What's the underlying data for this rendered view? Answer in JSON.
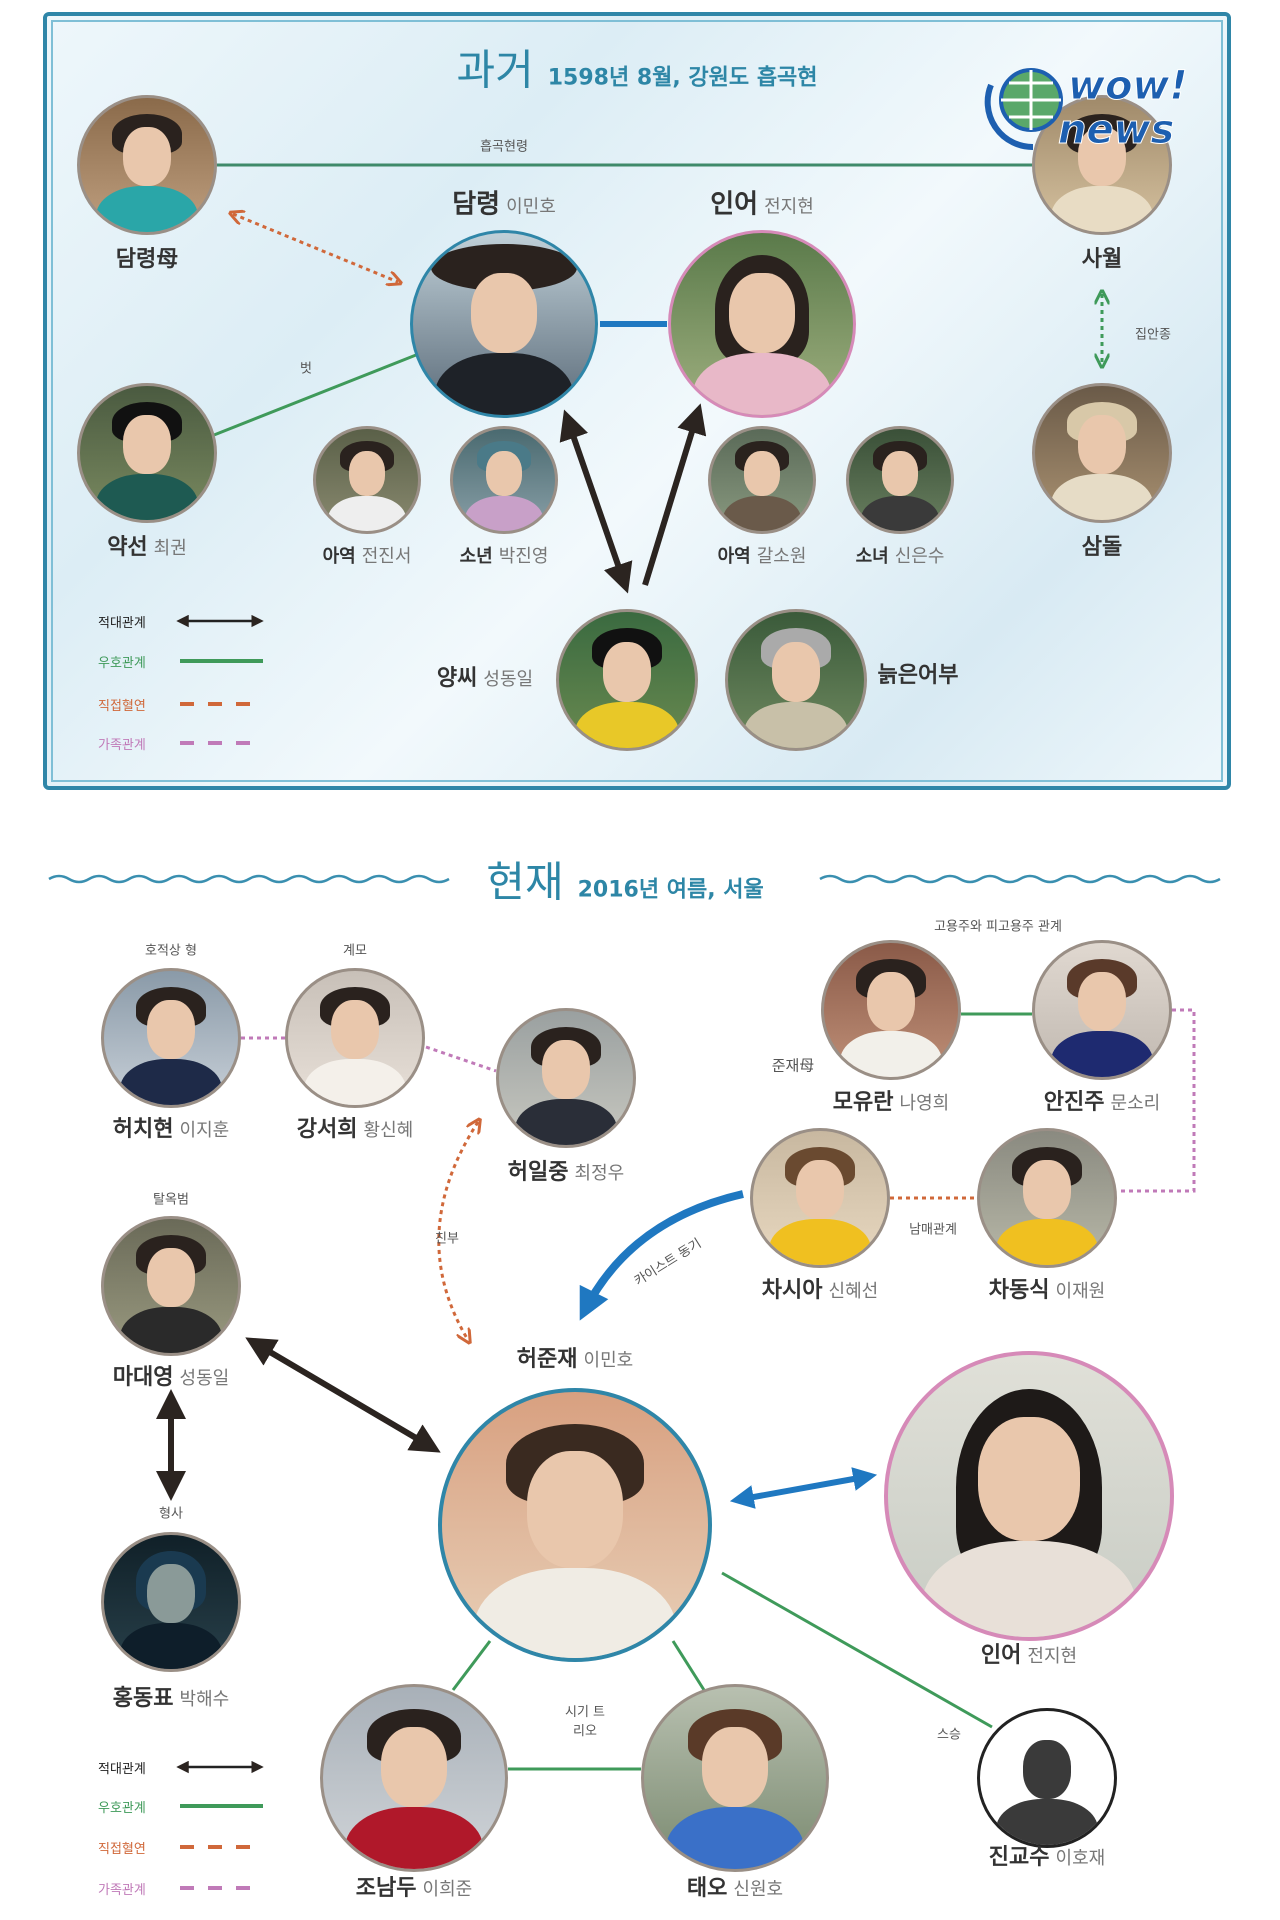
{
  "past": {
    "title_big": "과거",
    "title_sub": "1598년 8월, 강원도 흡곡현",
    "logo": "WOW! NEWS",
    "relations": {
      "hyeonryeong": "흡곡현령",
      "friend": "벗",
      "servant": "집안종"
    },
    "characters": [
      {
        "role": "담령母",
        "actor": ""
      },
      {
        "role": "사월",
        "actor": ""
      },
      {
        "role": "담령",
        "actor": "이민호"
      },
      {
        "role": "인어",
        "actor": "전지현"
      },
      {
        "role": "약선",
        "actor": "최권"
      },
      {
        "role": "삼돌",
        "actor": ""
      },
      {
        "role": "아역",
        "actor": "전진서"
      },
      {
        "role": "소년",
        "actor": "박진영"
      },
      {
        "role": "아역",
        "actor": "갈소원"
      },
      {
        "role": "소녀",
        "actor": "신은수"
      },
      {
        "role": "양씨",
        "actor": "성동일"
      },
      {
        "role": "늙은어부",
        "actor": ""
      }
    ]
  },
  "present": {
    "title_big": "현재",
    "title_sub": "2016년 여름, 서울",
    "relations": {
      "adopted_brother": "호적상 형",
      "stepmother": "계모",
      "employer": "고용주와 피고용주 관계",
      "junjae_mother": "준재母",
      "fugitive": "탈옥범",
      "father": "친부",
      "kaist": "카이스트 동기",
      "siblings": "남매관계",
      "detective": "형사",
      "trio": "시기 트리오",
      "mentor": "스승"
    },
    "characters": [
      {
        "role": "허치현",
        "actor": "이지훈"
      },
      {
        "role": "강서희",
        "actor": "황신혜"
      },
      {
        "role": "허일중",
        "actor": "최정우"
      },
      {
        "role": "모유란",
        "actor": "나영희"
      },
      {
        "role": "안진주",
        "actor": "문소리"
      },
      {
        "role": "차시아",
        "actor": "신혜선"
      },
      {
        "role": "차동식",
        "actor": "이재원"
      },
      {
        "role": "마대영",
        "actor": "성동일"
      },
      {
        "role": "홍동표",
        "actor": "박해수"
      },
      {
        "role": "허준재",
        "actor": "이민호"
      },
      {
        "role": "인어",
        "actor": "전지현"
      },
      {
        "role": "조남두",
        "actor": "이희준"
      },
      {
        "role": "태오",
        "actor": "신원호"
      },
      {
        "role": "진교수",
        "actor": "이호재"
      }
    ]
  },
  "legend": [
    {
      "label": "적대관계",
      "color": "#222222"
    },
    {
      "label": "우호관계",
      "color": "#3f9a5a"
    },
    {
      "label": "직접혈연",
      "color": "#d0683a"
    },
    {
      "label": "가족관계",
      "color": "#c07ab8"
    }
  ]
}
